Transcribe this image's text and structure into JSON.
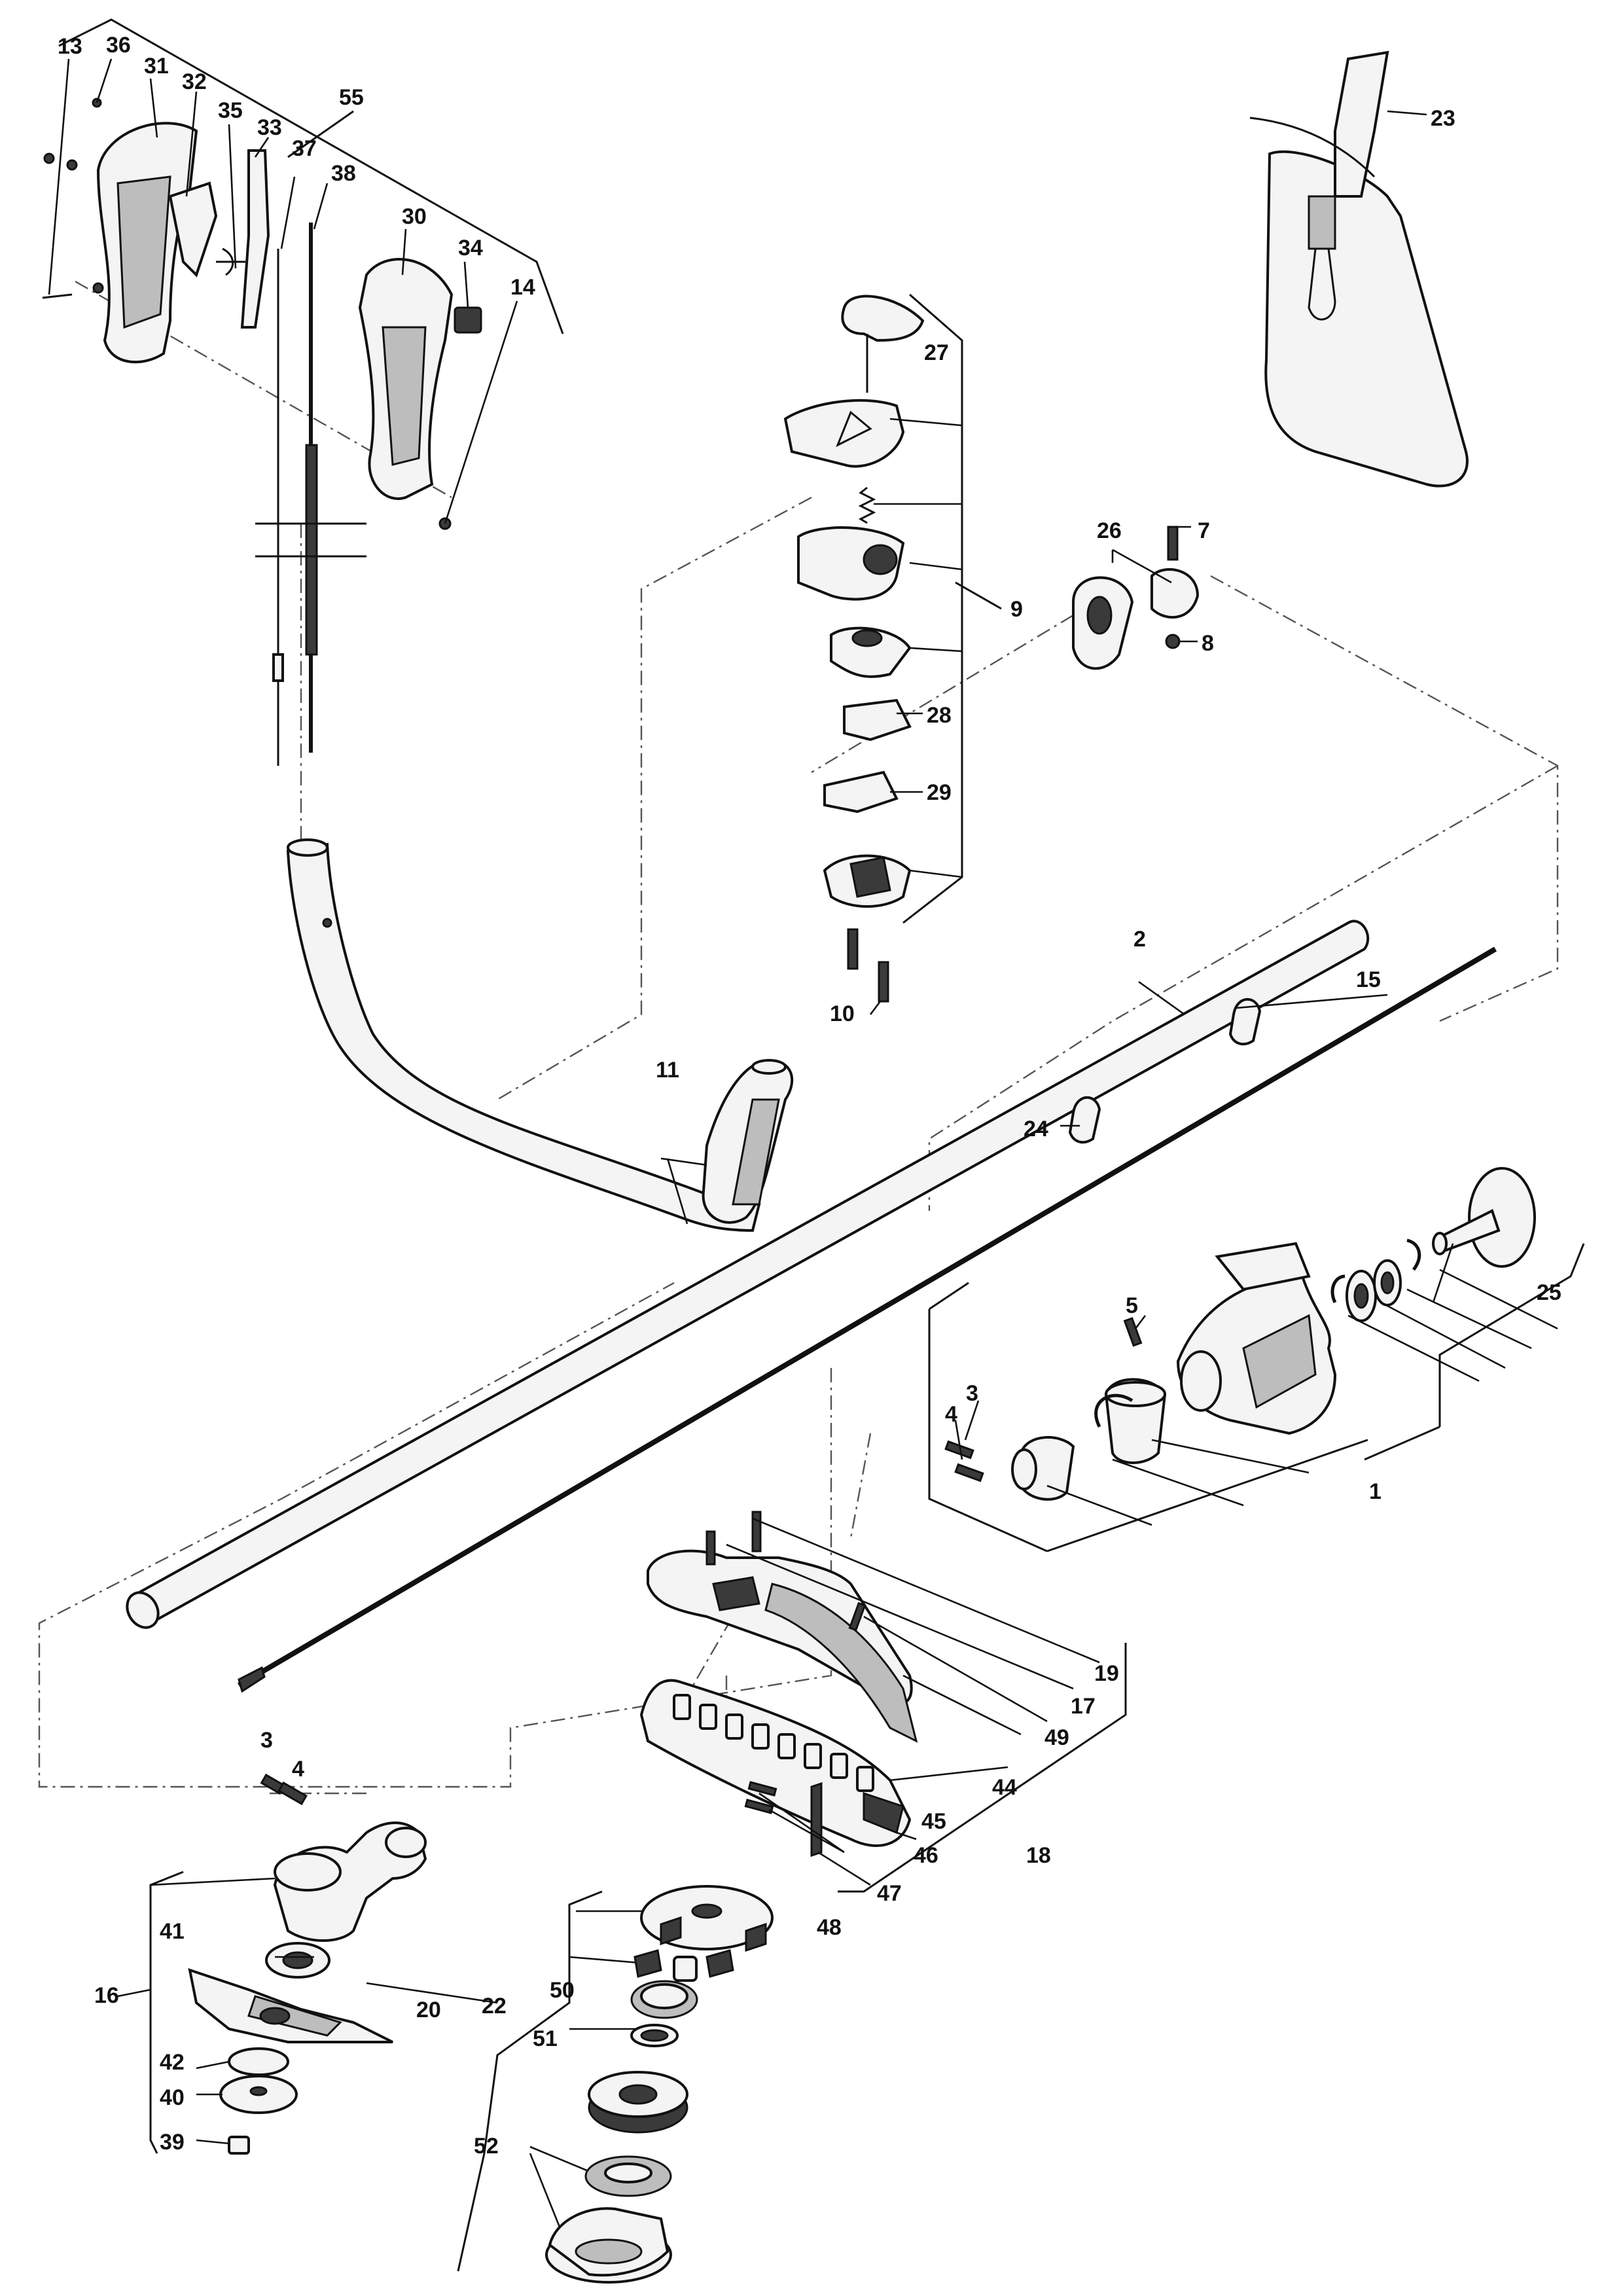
{
  "diagram": {
    "labels": [
      {
        "key": "l13",
        "text": "13"
      },
      {
        "key": "l36",
        "text": "36"
      },
      {
        "key": "l31",
        "text": "31"
      },
      {
        "key": "l32",
        "text": "32"
      },
      {
        "key": "l35",
        "text": "35"
      },
      {
        "key": "l33",
        "text": "33"
      },
      {
        "key": "l37",
        "text": "37"
      },
      {
        "key": "l55",
        "text": "55"
      },
      {
        "key": "l38",
        "text": "38"
      },
      {
        "key": "l30",
        "text": "30"
      },
      {
        "key": "l34",
        "text": "34"
      },
      {
        "key": "l14",
        "text": "14"
      },
      {
        "key": "l23",
        "text": "23"
      },
      {
        "key": "l27",
        "text": "27"
      },
      {
        "key": "l26",
        "text": "26"
      },
      {
        "key": "l7",
        "text": "7"
      },
      {
        "key": "l9",
        "text": "9"
      },
      {
        "key": "l8",
        "text": "8"
      },
      {
        "key": "l28",
        "text": "28"
      },
      {
        "key": "l29",
        "text": "29"
      },
      {
        "key": "l10",
        "text": "10"
      },
      {
        "key": "l2",
        "text": "2"
      },
      {
        "key": "l15",
        "text": "15"
      },
      {
        "key": "l11",
        "text": "11"
      },
      {
        "key": "l24",
        "text": "24"
      },
      {
        "key": "l25",
        "text": "25"
      },
      {
        "key": "l5",
        "text": "5"
      },
      {
        "key": "l3a",
        "text": "3"
      },
      {
        "key": "l4a",
        "text": "4"
      },
      {
        "key": "l1",
        "text": "1"
      },
      {
        "key": "l19",
        "text": "19"
      },
      {
        "key": "l17",
        "text": "17"
      },
      {
        "key": "l49",
        "text": "49"
      },
      {
        "key": "l44",
        "text": "44"
      },
      {
        "key": "l45",
        "text": "45"
      },
      {
        "key": "l18",
        "text": "18"
      },
      {
        "key": "l46",
        "text": "46"
      },
      {
        "key": "l47",
        "text": "47"
      },
      {
        "key": "l48",
        "text": "48"
      },
      {
        "key": "l3b",
        "text": "3"
      },
      {
        "key": "l4b",
        "text": "4"
      },
      {
        "key": "l41",
        "text": "41"
      },
      {
        "key": "l16",
        "text": "16"
      },
      {
        "key": "l20",
        "text": "20"
      },
      {
        "key": "l22",
        "text": "22"
      },
      {
        "key": "l42",
        "text": "42"
      },
      {
        "key": "l40",
        "text": "40"
      },
      {
        "key": "l39",
        "text": "39"
      },
      {
        "key": "l50",
        "text": "50"
      },
      {
        "key": "l51",
        "text": "51"
      },
      {
        "key": "l52",
        "text": "52"
      }
    ]
  }
}
